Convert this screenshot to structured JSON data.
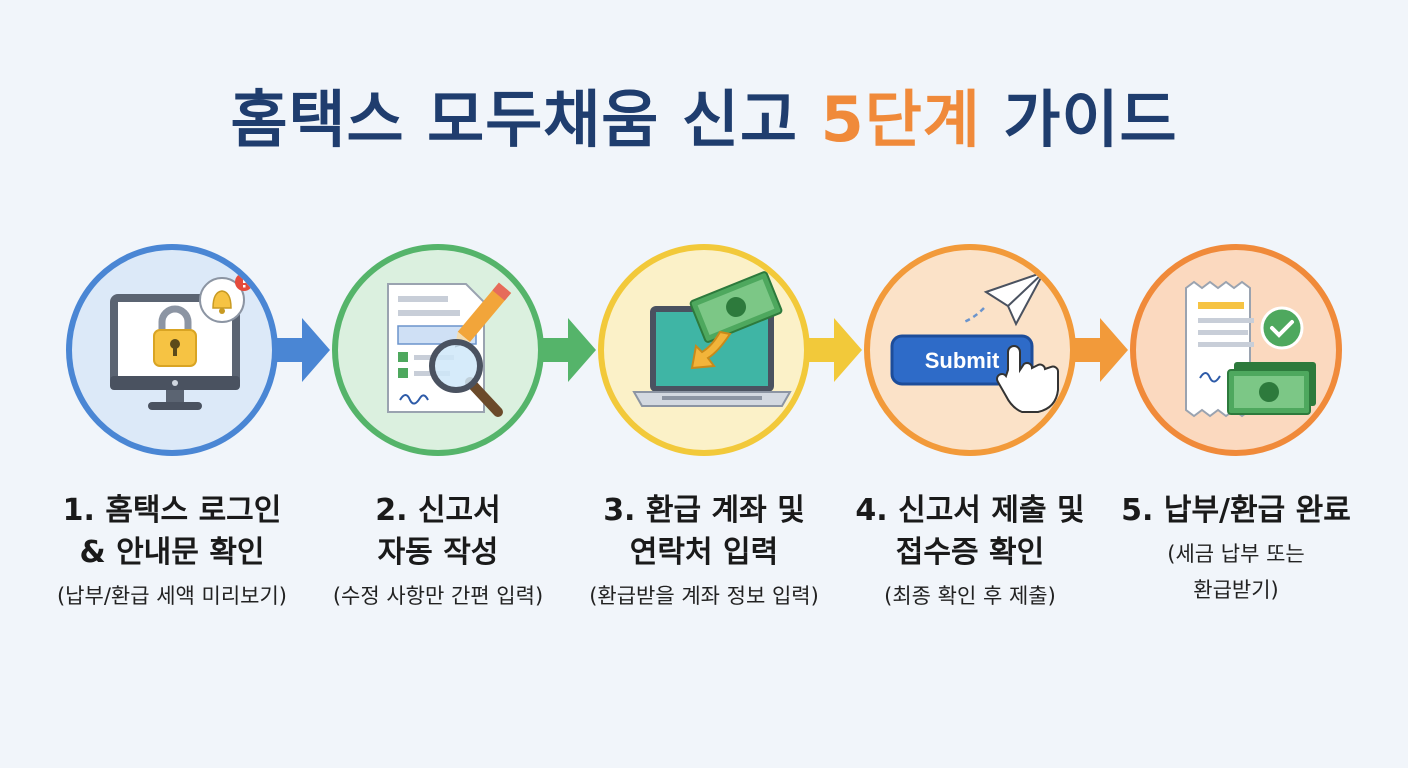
{
  "title": {
    "main": "홈택스 모두채움 신고",
    "highlight": "5단계",
    "tail": "가이드"
  },
  "steps": [
    {
      "title": [
        "1. 홈택스 로그인",
        "& 안내문 확인"
      ],
      "desc": [
        "(납부/환급 세액 미리보기)"
      ],
      "color": "#4a86d4",
      "fill": "#dce9f8",
      "icon": "locked-computer-with-bell-icon"
    },
    {
      "title": [
        "2. 신고서",
        "자동 작성"
      ],
      "desc": [
        "(수정 사항만 간편 입력)"
      ],
      "color": "#55b46a",
      "fill": "#dbf0df",
      "icon": "document-magnifier-pencil-icon"
    },
    {
      "title": [
        "3. 환급 계좌 및",
        "연락처 입력"
      ],
      "desc": [
        "(환급받을 계좌 정보 입력)"
      ],
      "color": "#f2c93a",
      "fill": "#fbf1c8",
      "icon": "laptop-money-download-icon"
    },
    {
      "title": [
        "4. 신고서 제출 및",
        "접수증 확인"
      ],
      "desc": [
        "(최종 확인 후 제출)"
      ],
      "color": "#f29a3a",
      "fill": "#fbe2c8",
      "icon": "submit-button-paper-plane-icon"
    },
    {
      "title": [
        "5. 납부/환급 완료"
      ],
      "desc": [
        "(세금 납부 또는",
        "환급받기)"
      ],
      "color": "#f08a3a",
      "fill": "#fbd9bf",
      "icon": "receipt-money-check-icon"
    }
  ],
  "submit_label": "Submit"
}
